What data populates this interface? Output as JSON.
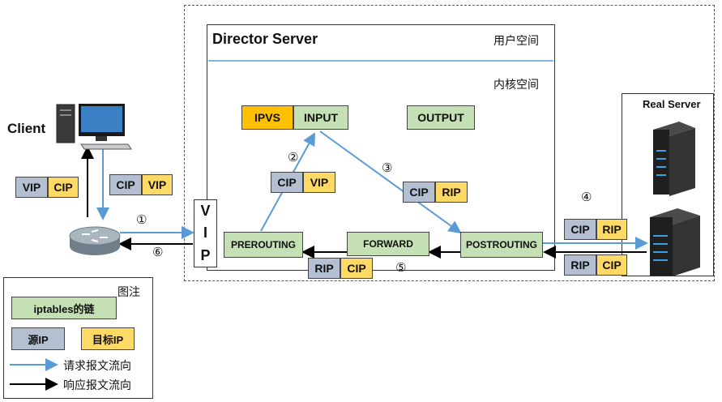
{
  "director": {
    "title": "Director Server",
    "user_space": "用户空间",
    "kernel_space": "内核空间"
  },
  "real_server": {
    "title": "Real Server"
  },
  "client": {
    "title": "Client"
  },
  "chains": {
    "ipvs": "IPVS",
    "input": "INPUT",
    "output": "OUTPUT",
    "prerouting": "PREROUTING",
    "forward": "FORWARD",
    "postrouting": "POSTROUTING"
  },
  "vip_letters": [
    "V",
    "I",
    "P"
  ],
  "packets": {
    "client_resp_src": "VIP",
    "client_resp_dst": "CIP",
    "client_req_src": "CIP",
    "client_req_dst": "VIP",
    "step2_src": "CIP",
    "step2_dst": "VIP",
    "step3_src": "CIP",
    "step3_dst": "RIP",
    "step4_src": "CIP",
    "step4_dst": "RIP",
    "rs_resp_src": "RIP",
    "rs_resp_dst": "CIP",
    "step5_src": "RIP",
    "step5_dst": "CIP"
  },
  "steps": {
    "s1": "①",
    "s2": "②",
    "s3": "③",
    "s4": "④",
    "s5": "⑤",
    "s6": "⑥"
  },
  "legend": {
    "title": "图注",
    "chain": "iptables的链",
    "src_ip": "源IP",
    "dst_ip": "目标IP",
    "request_flow": "请求报文流向",
    "response_flow": "响应报文流向"
  },
  "colors": {
    "chain": "#c5e0b4",
    "src": "#b4c0d2",
    "dst": "#ffd966",
    "ipvs": "#ffc000",
    "request_arrow": "#5b9bd5",
    "response_arrow": "#000000"
  }
}
